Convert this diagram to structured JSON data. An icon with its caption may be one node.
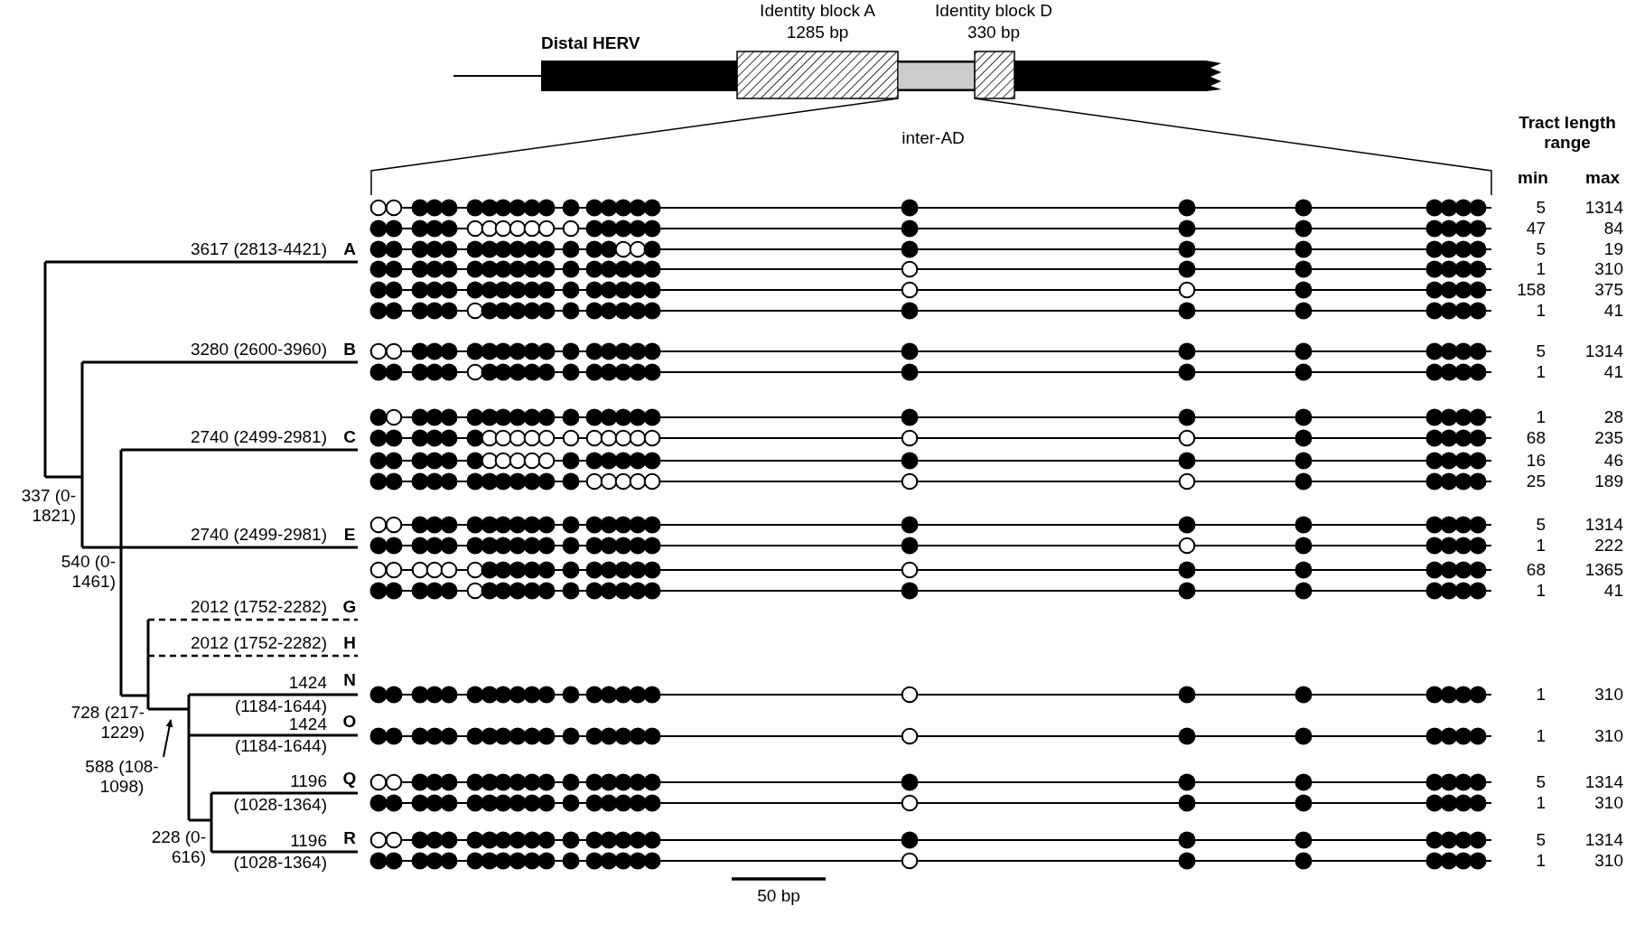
{
  "diagram": {
    "labels": [
      "Distal HERV",
      "Identity block A",
      "1285 bp",
      "Identity block D",
      "330 bp",
      "inter-AD",
      "Tract length range",
      "min",
      "max",
      "3617 (2813-4421)",
      "A",
      "3280 (2600-3960)",
      "B",
      "2740 (2499-2981)",
      "C",
      "2740 (2499-2981)",
      "E",
      "2012 (1752-2282)",
      "G",
      "2012 (1752-2282)",
      "H",
      "1424",
      "N",
      "(1184-1644)",
      "1424",
      "O",
      "(1184-1644)",
      "1196",
      "Q",
      "(1028-1364)",
      "1196",
      "R",
      "(1028-1364)",
      "337 (0-1821)",
      "540 (0-1461)",
      "728 (217-1229)",
      "588 (108-1098)",
      "228 (0-616)",
      "5",
      "1314",
      "47",
      "84",
      "5",
      "19",
      "1",
      "310",
      "158",
      "375",
      "1",
      "41",
      "5",
      "1314",
      "1",
      "41",
      "1",
      "28",
      "68",
      "235",
      "16",
      "46",
      "25",
      "189",
      "5",
      "1314",
      "1",
      "222",
      "68",
      "1365",
      "1",
      "41",
      "1",
      "310",
      "1",
      "310",
      "5",
      "1314",
      "1",
      "310",
      "5",
      "1314",
      "1",
      "310",
      "50 bp"
    ]
  }
}
